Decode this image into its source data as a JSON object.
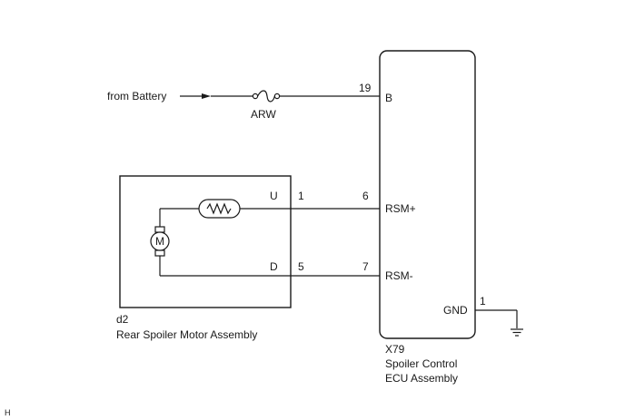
{
  "source": {
    "label": "from Battery"
  },
  "fuse": {
    "label": "ARW"
  },
  "ecu": {
    "id": "X79",
    "name_line1": "Spoiler Control",
    "name_line2": "ECU Assembly",
    "pin_b_number": "19",
    "pin_b_name": "B",
    "pin_rsm_plus_number": "6",
    "pin_rsm_plus_name": "RSM+",
    "pin_rsm_minus_number": "7",
    "pin_rsm_minus_name": "RSM-",
    "pin_gnd_number": "1",
    "pin_gnd_name": "GND"
  },
  "motor_assembly": {
    "id": "d2",
    "name": "Rear Spoiler Motor Assembly",
    "motor_symbol": "M",
    "pin_u_name": "U",
    "pin_u_number": "1",
    "pin_d_name": "D",
    "pin_d_number": "5"
  },
  "corner_code": "H"
}
